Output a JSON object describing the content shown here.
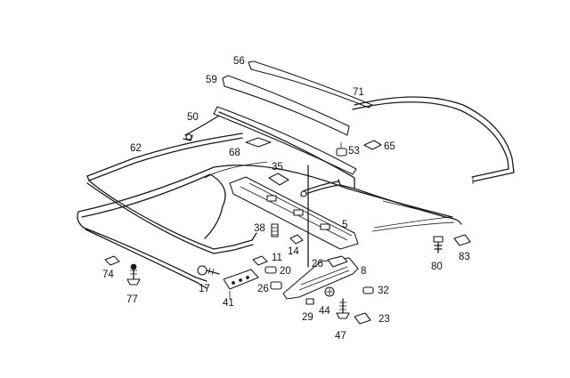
{
  "parts": [
    {
      "id": "p56",
      "number": "56"
    },
    {
      "id": "p59",
      "number": "59"
    },
    {
      "id": "p71",
      "number": "71"
    },
    {
      "id": "p50",
      "number": "50"
    },
    {
      "id": "p53",
      "number": "53"
    },
    {
      "id": "p65",
      "number": "65"
    },
    {
      "id": "p62",
      "number": "62"
    },
    {
      "id": "p68",
      "number": "68"
    },
    {
      "id": "p35",
      "number": "35"
    },
    {
      "id": "p5",
      "number": "5"
    },
    {
      "id": "p38",
      "number": "38"
    },
    {
      "id": "p80",
      "number": "80"
    },
    {
      "id": "p83",
      "number": "83"
    },
    {
      "id": "p11",
      "number": "11"
    },
    {
      "id": "p14",
      "number": "14"
    },
    {
      "id": "p74",
      "number": "74"
    },
    {
      "id": "p26a",
      "number": "26"
    },
    {
      "id": "p8",
      "number": "8"
    },
    {
      "id": "p20",
      "number": "20"
    },
    {
      "id": "p77",
      "number": "77"
    },
    {
      "id": "p17",
      "number": "17"
    },
    {
      "id": "p26b",
      "number": "26"
    },
    {
      "id": "p32",
      "number": "32"
    },
    {
      "id": "p41",
      "number": "41"
    },
    {
      "id": "p44",
      "number": "44"
    },
    {
      "id": "p29",
      "number": "29"
    },
    {
      "id": "p23",
      "number": "23"
    },
    {
      "id": "p47",
      "number": "47"
    }
  ]
}
